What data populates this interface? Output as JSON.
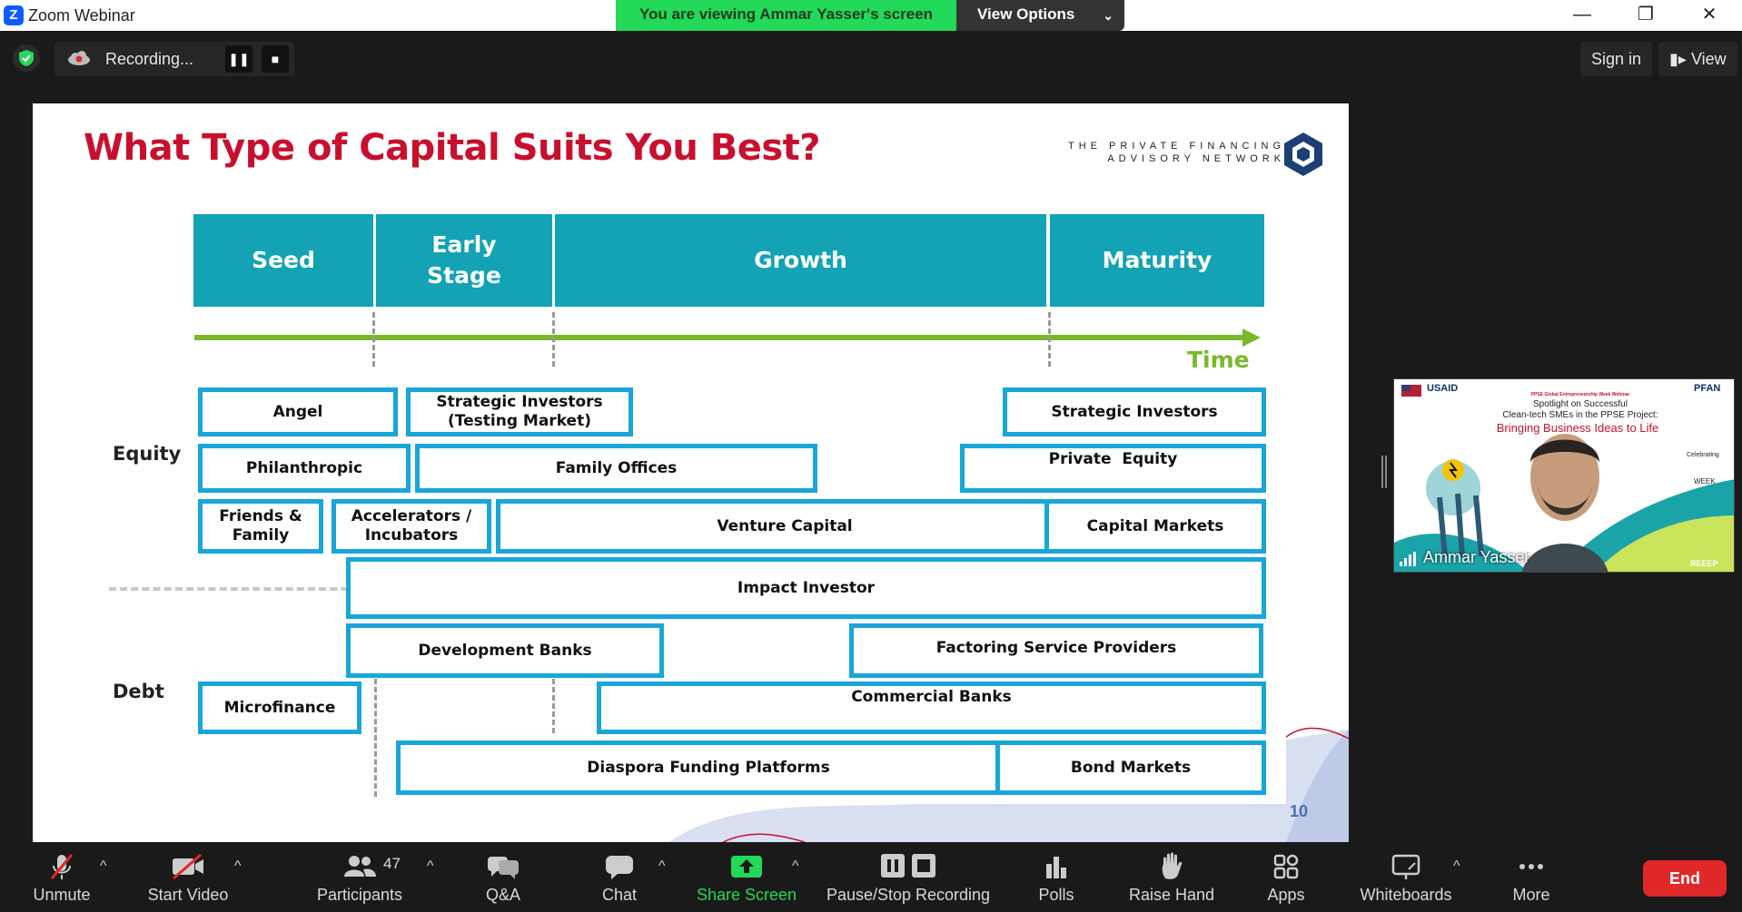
{
  "window": {
    "app_title": "Zoom Webinar",
    "banner": "You are viewing Ammar Yasser's screen",
    "view_options": "View Options"
  },
  "topbar": {
    "recording_label": "Recording...",
    "sign_in": "Sign in",
    "view": "View"
  },
  "slide": {
    "title": "What Type of Capital Suits You Best?",
    "brand_line1": "THE PRIVATE FINANCING",
    "brand_line2": "ADVISORY NETWORK",
    "stages": [
      "Seed",
      "Early Stage",
      "Growth",
      "Maturity"
    ],
    "time_label": "Time",
    "row_labels": {
      "equity": "Equity",
      "debt": "Debt"
    },
    "boxes": {
      "angel": "Angel",
      "strategic_testing": "Strategic Investors (Testing Market)",
      "strategic": "Strategic Investors",
      "philanthropic": "Philanthropic",
      "family_offices": "Family Offices",
      "private_equity": "Private  Equity",
      "friends_family": "Friends & Family",
      "accelerators": "Accelerators / Incubators",
      "venture_capital": "Venture Capital",
      "capital_markets": "Capital Markets",
      "impact_investor": "Impact Investor",
      "development_banks": "Development Banks",
      "factoring": "Factoring Service Providers",
      "microfinance": "Microfinance",
      "commercial_banks": "Commercial Banks",
      "diaspora": "Diaspora Funding Platforms",
      "bond_markets": "Bond Markets"
    },
    "page_number": "10"
  },
  "video": {
    "participant_name": "Ammar Yasser",
    "banner_top": "PPSE Global Entrepreneurship Week Webinar",
    "banner_line1": "Spotlight on Successful",
    "banner_line2": "Clean-tech SMEs in the PPSE Project:",
    "banner_highlight": "Bringing Business Ideas to Life",
    "usaid": "USAID",
    "pfan": "PFAN",
    "reeep": "REEEP",
    "celebrating": "Celebrating",
    "gew_week": "WEEK"
  },
  "toolbar": {
    "unmute": "Unmute",
    "start_video": "Start Video",
    "participants": "Participants",
    "participant_count": "47",
    "qa": "Q&A",
    "chat": "Chat",
    "share_screen": "Share Screen",
    "pause_stop": "Pause/Stop Recording",
    "polls": "Polls",
    "raise_hand": "Raise Hand",
    "apps": "Apps",
    "whiteboards": "Whiteboards",
    "more": "More",
    "end": "End"
  },
  "colors": {
    "share_green": "#23d959",
    "title_red": "#c8102e",
    "stage_teal": "#13a3b5",
    "box_blue": "#19a6d8",
    "time_green": "#7ab829",
    "end_red": "#e02828"
  }
}
